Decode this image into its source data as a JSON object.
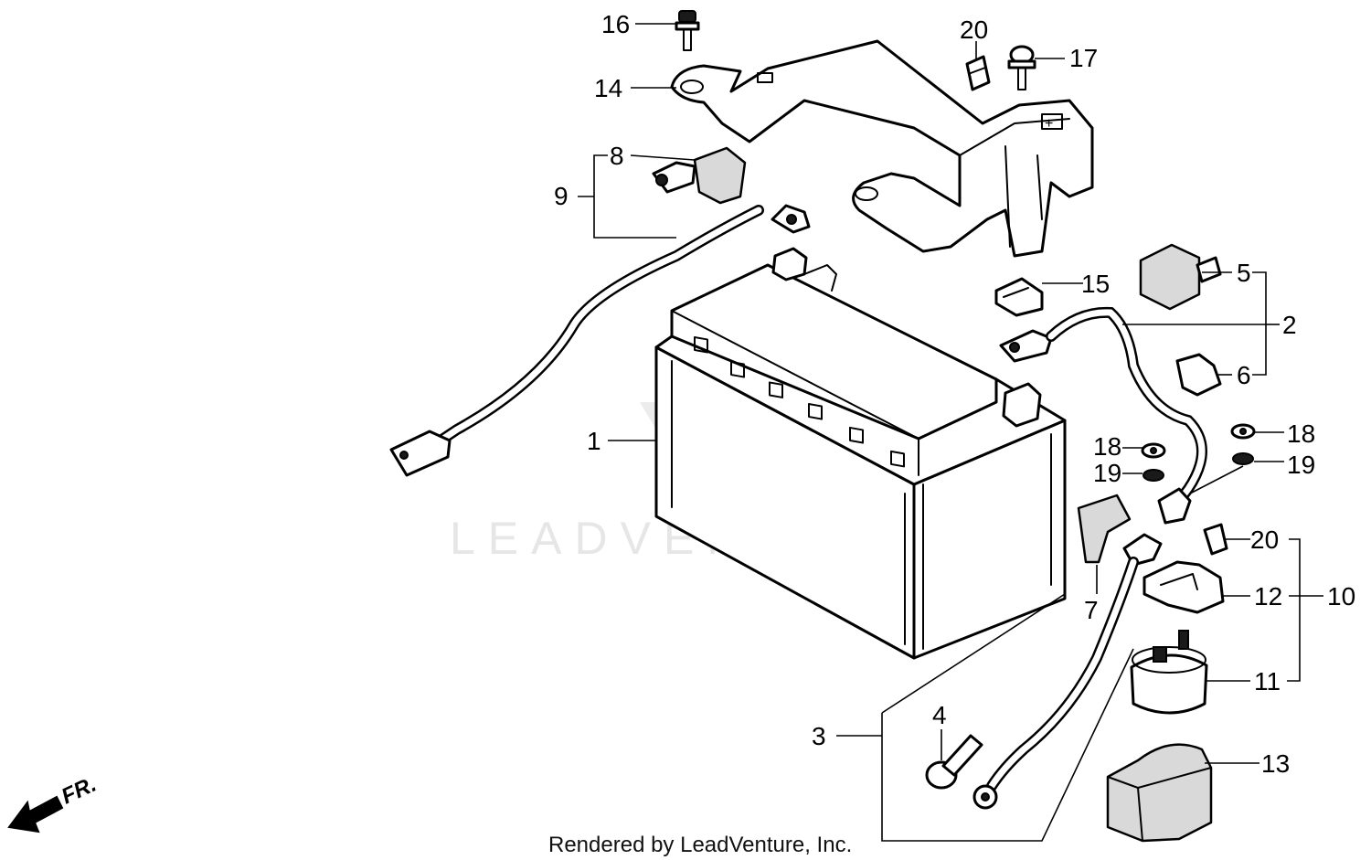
{
  "watermark": "LEADVENTURE",
  "footer": "Rendered by LeadVenture, Inc.",
  "direction_label": "FR.",
  "callouts": {
    "c1": "1",
    "c2": "2",
    "c3": "3",
    "c4": "4",
    "c5": "5",
    "c6": "6",
    "c7": "7",
    "c8": "8",
    "c9": "9",
    "c10": "10",
    "c11": "11",
    "c12": "12",
    "c13": "13",
    "c14": "14",
    "c15": "15",
    "c16": "16",
    "c17": "17",
    "c18a": "18",
    "c18b": "18",
    "c19a": "19",
    "c19b": "19",
    "c20a": "20",
    "c20b": "20"
  },
  "parts": {
    "p1": "1",
    "p2": "2",
    "p3": "3",
    "p4": "4",
    "p5": "5",
    "p6": "6",
    "p7": "7",
    "p8": "8",
    "p9": "9",
    "p10": "10",
    "p11": "11",
    "p12": "12",
    "p13": "13",
    "p14": "14",
    "p15": "15",
    "p16": "16",
    "p17": "17",
    "p18": "18",
    "p19": "19",
    "p20": "20"
  },
  "battery_cover_symbol": "+"
}
